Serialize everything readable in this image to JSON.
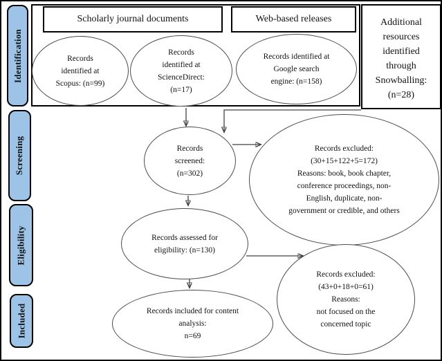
{
  "diagram_title": "PRISMA-style records flow diagram",
  "colors": {
    "stage_fill": "#9DC3E6",
    "stage_border": "#000000",
    "box_border": "#000000",
    "ellipse_border": "#4a4a4a",
    "arrow_line": "#404040",
    "arrowhead": "#000000",
    "background": "#ffffff"
  },
  "stages": [
    {
      "label": "Identification"
    },
    {
      "label": "Screening"
    },
    {
      "label": "Eligibility"
    },
    {
      "label": "Included"
    }
  ],
  "headers": {
    "scholarly": "Scholarly journal documents",
    "web_based": "Web-based releases"
  },
  "snowballing_box": {
    "lines": [
      "Additional",
      "resources",
      "identified",
      "through",
      "Snowballing:",
      "(n=28)"
    ]
  },
  "nodes": {
    "scopus": {
      "lines": [
        "Records",
        "identified at",
        "Scopus: (n=99)"
      ],
      "n": 99
    },
    "sciencedirect": {
      "lines": [
        "Records",
        "identified at",
        "ScienceDirect:",
        "(n=17)"
      ],
      "n": 17
    },
    "google": {
      "lines": [
        "Records identified at",
        "Google search",
        "engine: (n=158)"
      ],
      "n": 158
    },
    "screened": {
      "lines": [
        "Records",
        "screened:",
        "(n=302)"
      ],
      "n": 302
    },
    "excluded_screening": {
      "lines": [
        "Records excluded:",
        "(30+15+122+5=172)",
        "Reasons: book, book chapter,",
        "conference proceedings, non-",
        "English, duplicate, non-",
        "government or credible, and others"
      ],
      "n": 172
    },
    "assessed": {
      "lines": [
        "Records assessed for",
        "eligibility: (n=130)"
      ],
      "n": 130
    },
    "excluded_eligibility": {
      "lines": [
        "Records excluded:",
        "(43+0+18+0=61)",
        "Reasons:",
        "not focused on the",
        "concerned topic"
      ],
      "n": 61
    },
    "included_final": {
      "lines": [
        "Records included for content",
        "analysis:",
        "n=69"
      ],
      "n": 69
    }
  }
}
